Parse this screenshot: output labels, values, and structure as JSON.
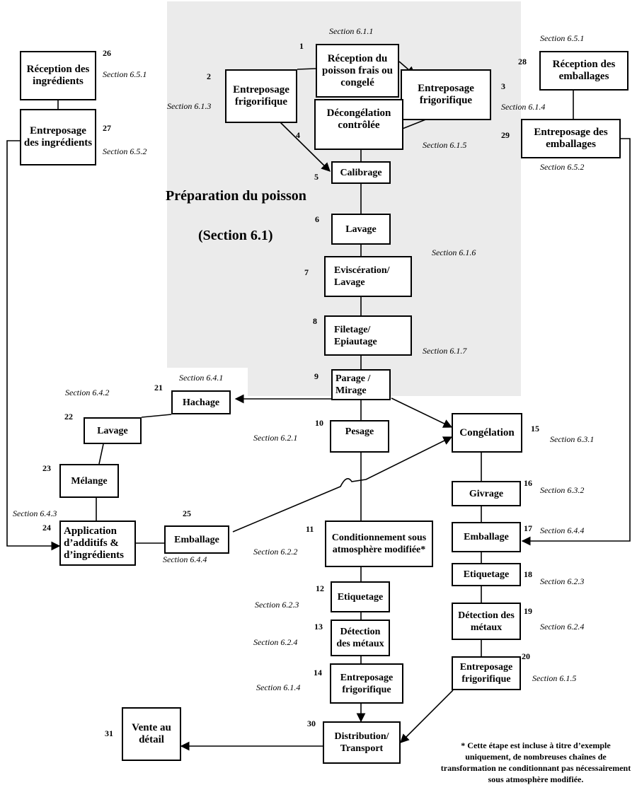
{
  "title": {
    "line1": "Préparation du poisson",
    "line2": "(Section 6.1)"
  },
  "footnote": "*  Cette étape est incluse à titre d’exemple uniquement, de nombreuses chaînes de transformation ne conditionnant pas nécessairement sous atmosphère modifiée.",
  "nodes": {
    "n1": {
      "num": "1",
      "label": "Réception du poisson frais ou congelé",
      "section": "Section 6.1.1"
    },
    "n2": {
      "num": "2",
      "label": "Entreposage frigorifique",
      "section": "Section 6.1.3"
    },
    "n3": {
      "num": "3",
      "label": "Entreposage frigorifique",
      "section": "Section 6.1.4"
    },
    "n4": {
      "num": "4",
      "label": "Décongélation contrôlée",
      "section": "Section 6.1.5"
    },
    "n5": {
      "num": "5",
      "label": "Calibrage"
    },
    "n6": {
      "num": "6",
      "label": "Lavage",
      "section": "Section 6.1.6"
    },
    "n7": {
      "num": "7",
      "label": "Eviscération/ Lavage"
    },
    "n8": {
      "num": "8",
      "label": "Filetage/ Epiautage",
      "section": "Section 6.1.7"
    },
    "n9": {
      "num": "9",
      "label": "Parage / Mirage"
    },
    "n10": {
      "num": "10",
      "label": "Pesage",
      "section": "Section 6.2.1"
    },
    "n11": {
      "num": "11",
      "label": "Conditionnement sous atmosphère modifiée*",
      "section": "Section 6.2.2"
    },
    "n12": {
      "num": "12",
      "label": "Etiquetage",
      "section": "Section 6.2.3"
    },
    "n13": {
      "num": "13",
      "label": "Détection des métaux",
      "section": "Section 6.2.4"
    },
    "n14": {
      "num": "14",
      "label": "Entreposage frigorifique",
      "section": "Section 6.1.4"
    },
    "n15": {
      "num": "15",
      "label": "Congélation",
      "section": "Section 6.3.1"
    },
    "n16": {
      "num": "16",
      "label": "Givrage",
      "section": "Section 6.3.2"
    },
    "n17": {
      "num": "17",
      "label": "Emballage",
      "section": "Section 6.4.4"
    },
    "n18": {
      "num": "18",
      "label": "Etiquetage",
      "section": "Section 6.2.3"
    },
    "n19": {
      "num": "19",
      "label": "Détection des métaux",
      "section": "Section 6.2.4"
    },
    "n20": {
      "num": "20",
      "label": "Entreposage frigorifique",
      "section": "Section 6.1.5"
    },
    "n21": {
      "num": "21",
      "label": "Hachage",
      "section": "Section 6.4.1"
    },
    "n22": {
      "num": "22",
      "label": "Lavage",
      "section": "Section 6.4.2"
    },
    "n23": {
      "num": "23",
      "label": "Mélange"
    },
    "n24": {
      "num": "24",
      "label": "Application d’additifs & d’ingrédients",
      "section": "Section 6.4.3"
    },
    "n25": {
      "num": "25",
      "label": "Emballage",
      "section": "Section 6.4.4"
    },
    "n26": {
      "num": "26",
      "label": "Réception des ingrédients",
      "section": "Section 6.5.1"
    },
    "n27": {
      "num": "27",
      "label": "Entreposage des ingrédients",
      "section": "Section 6.5.2"
    },
    "n28": {
      "num": "28",
      "label": "Réception des emballages",
      "section": "Section 6.5.1"
    },
    "n29": {
      "num": "29",
      "label": "Entreposage des emballages",
      "section": "Section 6.5.2"
    },
    "n30": {
      "num": "30",
      "label": "Distribution/ Transport"
    },
    "n31": {
      "num": "31",
      "label": "Vente au détail"
    }
  }
}
